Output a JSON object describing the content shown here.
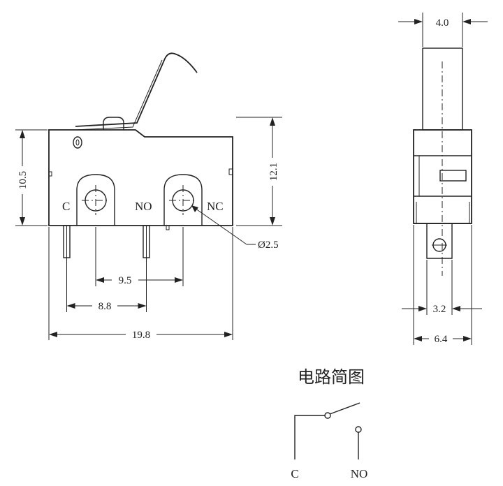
{
  "front_view": {
    "terminal_labels": {
      "c": "C",
      "no": "NO",
      "nc": "NC"
    },
    "dims": {
      "height_left": "10.5",
      "height_right": "12.1",
      "hole": "Ø2.5",
      "pitch_no": "9.5",
      "pitch_c": "8.8",
      "width": "19.8"
    }
  },
  "side_view": {
    "dims": {
      "lever_width": "4.0",
      "terminal_width": "3.2",
      "body_width": "6.4"
    }
  },
  "circuit": {
    "title": "电路简图",
    "labels": {
      "c": "C",
      "no": "NO"
    }
  }
}
